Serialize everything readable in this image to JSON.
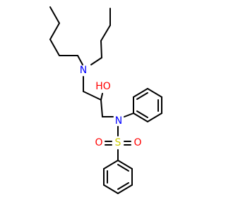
{
  "molecule": {
    "atoms": {
      "n_amine": {
        "label": "N",
        "color": "#0000ff"
      },
      "oh": {
        "label": "HO",
        "color": "#ff0000"
      },
      "n_sulfonamide": {
        "label": "N",
        "color": "#0000ff"
      },
      "s": {
        "label": "S",
        "color": "#cccc00"
      },
      "o_left": {
        "label": "O",
        "color": "#ff0000"
      },
      "o_right": {
        "label": "O",
        "color": "#ff0000"
      }
    },
    "bond_color": "#000000",
    "background": "#ffffff"
  }
}
